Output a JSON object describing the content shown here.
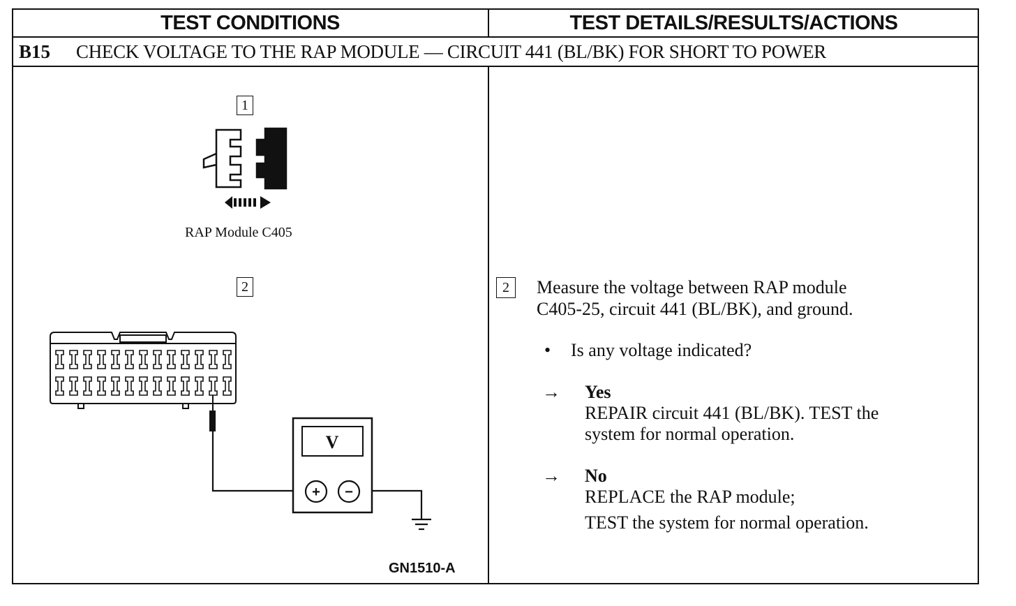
{
  "header": {
    "left_title": "TEST CONDITIONS",
    "right_title": "TEST DETAILS/RESULTS/ACTIONS"
  },
  "step": {
    "id": "B15",
    "title": "CHECK VOLTAGE TO THE RAP MODULE — CIRCUIT 441 (BL/BK) FOR SHORT TO POWER"
  },
  "conditions": {
    "step1_number": "1",
    "connector_label": "RAP Module C405",
    "step2_number": "2",
    "meter_symbol": "V",
    "plus_symbol": "+",
    "minus_symbol": "−",
    "figure_id": "GN1510-A"
  },
  "details": {
    "step_number": "2",
    "instruction_line1": "Measure the voltage between RAP module",
    "instruction_line2": "C405-25, circuit 441 (BL/BK), and ground.",
    "bullet": "•",
    "question": "Is any voltage indicated?",
    "arrow": "→",
    "yes_label": "Yes",
    "yes_line1": "REPAIR circuit 441 (BL/BK). TEST the",
    "yes_line2": "system for normal operation.",
    "no_label": "No",
    "no_line1": "REPLACE the RAP module;",
    "no_line2": "TEST the system for normal operation."
  }
}
